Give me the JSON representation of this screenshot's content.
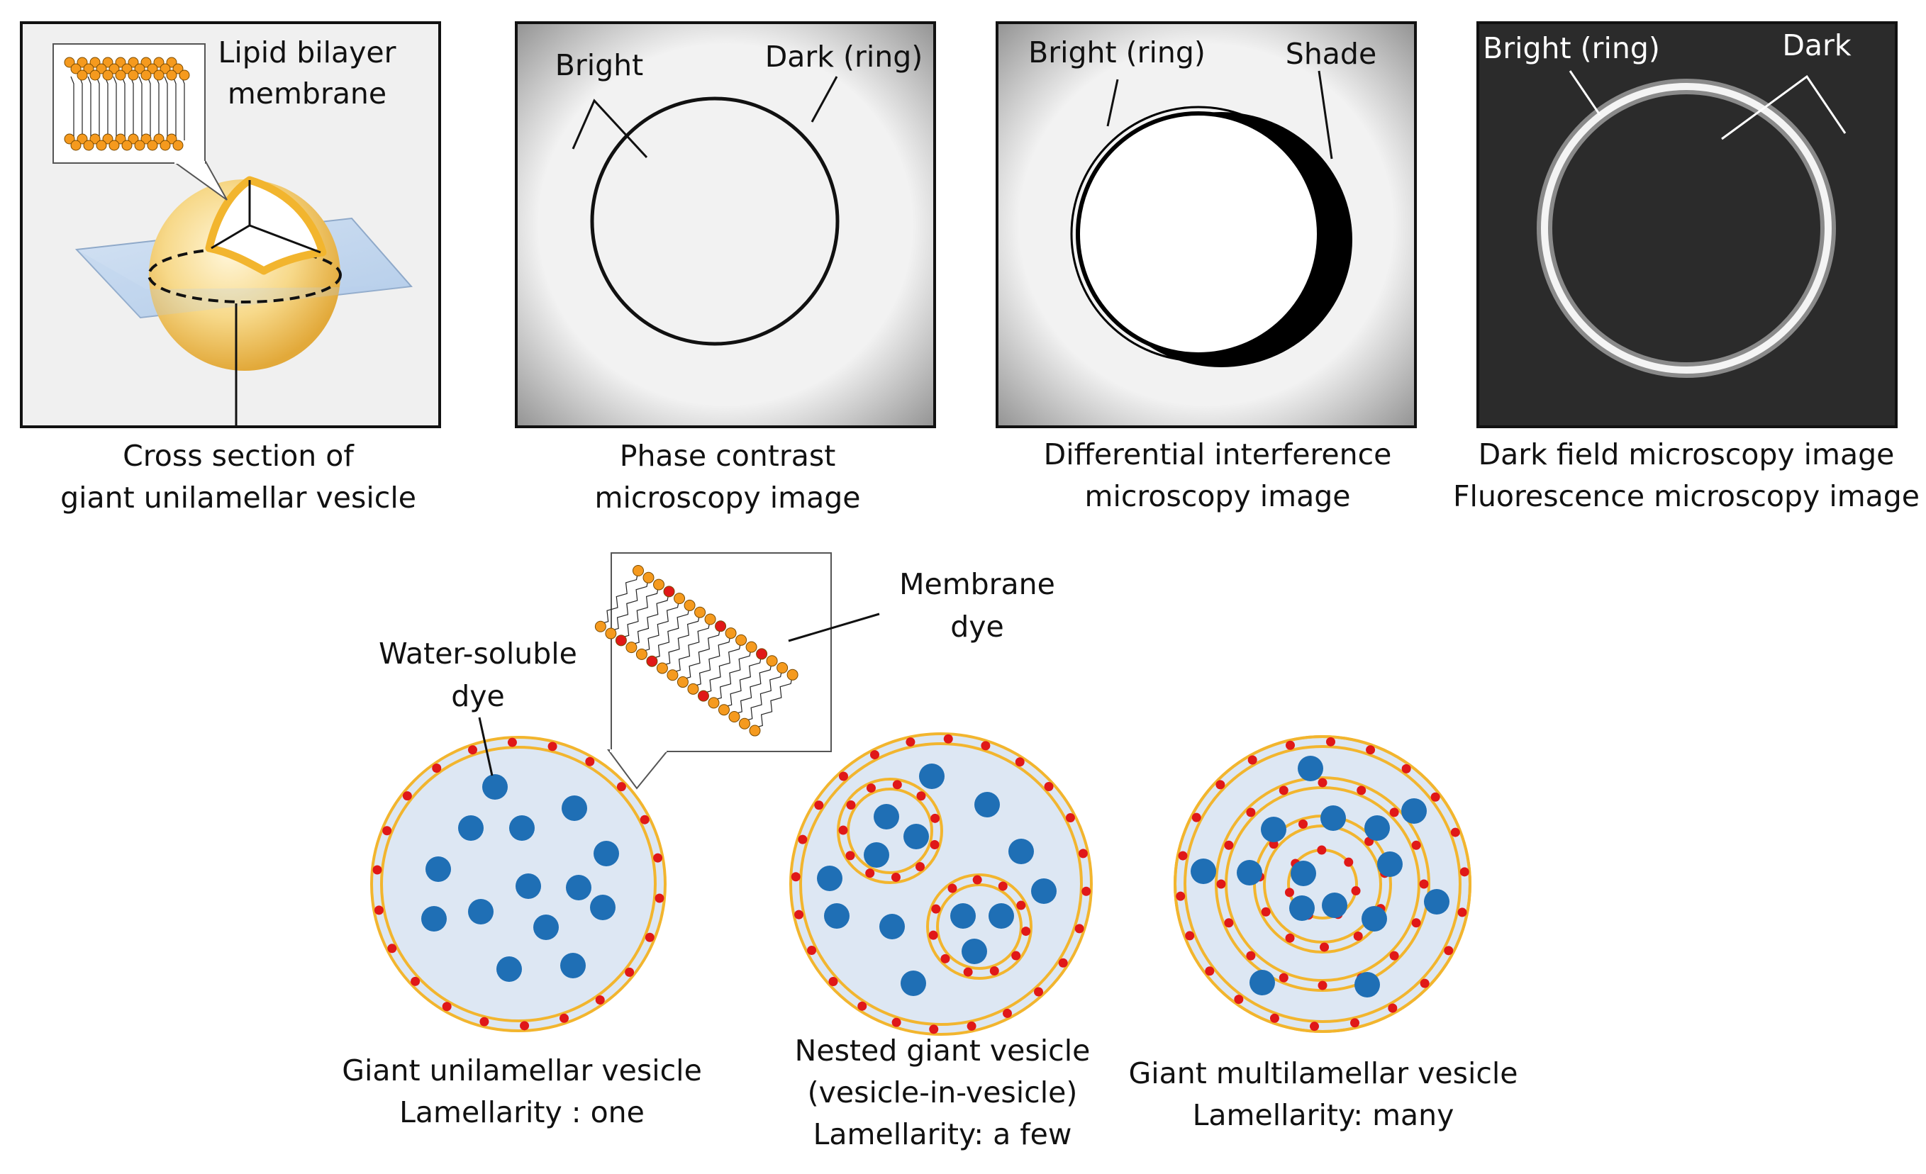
{
  "panels": {
    "guv_section": {
      "callout": [
        "Lipid bilayer",
        "membrane"
      ],
      "caption": [
        "Cross section of",
        "giant unilamellar vesicle"
      ]
    },
    "phase_contrast": {
      "label_bright": "Bright",
      "label_dark": "Dark (ring)",
      "caption": [
        "Phase contrast",
        "microscopy image"
      ]
    },
    "dic": {
      "label_bright": "Bright (ring)",
      "label_shade": "Shade",
      "caption": [
        "Differential interference",
        "microscopy image"
      ]
    },
    "dark_field": {
      "label_bright": "Bright (ring)",
      "label_dark": "Dark",
      "caption": [
        "Dark field microscopy image",
        "Fluorescence microscopy image"
      ]
    }
  },
  "dyes": {
    "water_soluble": [
      "Water-soluble",
      "dye"
    ],
    "membrane": [
      "Membrane",
      "dye"
    ]
  },
  "vesicles": {
    "unilamellar": [
      "Giant unilamellar vesicle",
      "Lamellarity : one"
    ],
    "nested": [
      "Nested giant vesicle",
      "(vesicle-in-vesicle)",
      "Lamellarity: a few"
    ],
    "multilamellar": [
      "Giant multilamellar vesicle",
      "Lamellarity: many"
    ]
  },
  "colors": {
    "membrane": "#F2B52E",
    "interior": "#DDE7F3",
    "water_dye": "#1F6FB5",
    "membrane_dye": "#E01818",
    "lipid_head": "#F59A1E",
    "dark_bg": "#2B2B2B"
  }
}
